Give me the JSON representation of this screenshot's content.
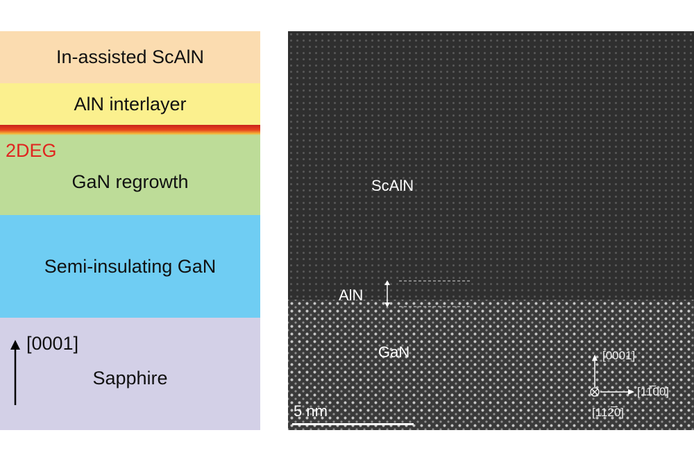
{
  "schematic": {
    "layers": [
      "In-assisted ScAlN",
      "AlN interlayer",
      "GaN regrowth",
      "Semi-insulating GaN",
      "Sapphire"
    ],
    "twodeg_label": "2DEG",
    "growth_direction": "[0001]"
  },
  "tem": {
    "scaln_label": "ScAlN",
    "aln_label": "AlN",
    "gan_label": "GaN",
    "scale_bar": "5 nm",
    "axis_up": "[0001]",
    "axis_right": "[11̅00]",
    "axis_into": "[112̅0]"
  }
}
